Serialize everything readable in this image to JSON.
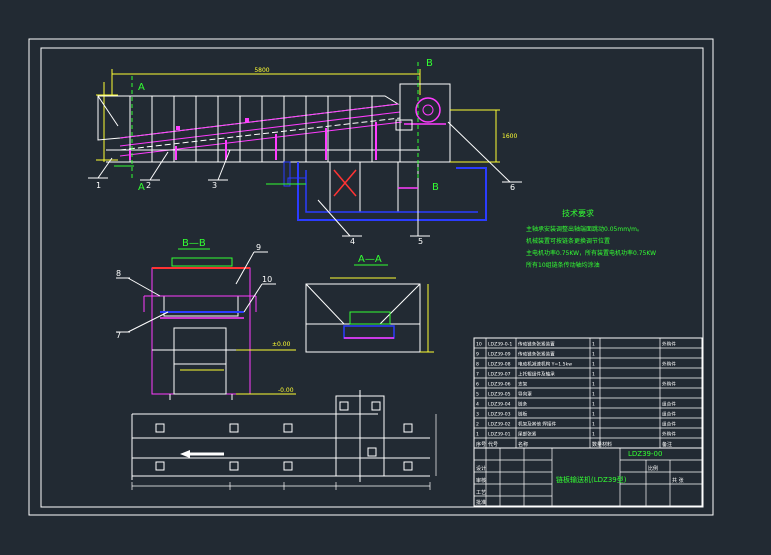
{
  "colors": {
    "background": "#222a33",
    "frame": "#ffffff",
    "structure": "#ffffff",
    "magenta": "#ff3cff",
    "blue": "#2b3cff",
    "yellow": "#ffff33",
    "green": "#33ff33",
    "red": "#ff3333",
    "cyan": "#33ffff"
  },
  "section_labels": {
    "a_top": "A",
    "a_bottom": "A",
    "b_top": "B",
    "b_bottom": "B",
    "view_bb": "B—B",
    "view_aa": "A—A"
  },
  "callouts": [
    "1",
    "2",
    "3",
    "4",
    "5",
    "6",
    "7",
    "8",
    "9",
    "10"
  ],
  "tech_requirements": {
    "title": "技术要求",
    "lines": [
      "主轴承安装调整出轴端面跳动0.05mm/m。",
      "机械装置可按链条更换调节位置",
      "主电机功率0.75KW，所有装置电机功率0.75KW",
      "所有10组链条传动轴均涂油"
    ]
  },
  "dimensions": {
    "top_total": "5800",
    "elevation_right": "1600",
    "level_mark": "±0.00",
    "level_mark_2": "-0.00"
  },
  "parts_header": [
    "序号",
    "代号",
    "名称",
    "数量",
    "材料",
    "备注"
  ],
  "parts_rows": [
    [
      "10",
      "LDZ39-0-1",
      "传动链条张紧装置",
      "1",
      "",
      "外购件"
    ],
    [
      "9",
      "LDZ39-09",
      "传动链条张紧装置",
      "1",
      "",
      ""
    ],
    [
      "8",
      "LDZ39-08",
      "电动机减速机构 Y=1.5kw",
      "1",
      "",
      "外购件"
    ],
    [
      "7",
      "LDZ39-07",
      "上托辊组件及轴承",
      "1",
      "",
      ""
    ],
    [
      "6",
      "LDZ39-06",
      "支架",
      "1",
      "",
      "外购件"
    ],
    [
      "5",
      "LDZ39-05",
      "导向罩",
      "1",
      "",
      ""
    ],
    [
      "4",
      "LDZ39-04",
      "链条",
      "1",
      "",
      "组合件"
    ],
    [
      "3",
      "LDZ39-03",
      "链板",
      "1",
      "",
      "组合件"
    ],
    [
      "2",
      "LDZ39-02",
      "机架及其他 焊接件",
      "1",
      "",
      "组合件"
    ],
    [
      "1",
      "LDZ39-01",
      "尾部张紧",
      "1",
      "",
      "外购件"
    ]
  ],
  "title_block": {
    "drawing_no": "LDZ39-00",
    "drawing_title": "链板输送机(LDZ39型)",
    "scale_label": "比例",
    "sheet_label": "共 张",
    "design_label": "设计",
    "check_label": "审核",
    "approve_label": "批准",
    "process_label": "工艺"
  }
}
